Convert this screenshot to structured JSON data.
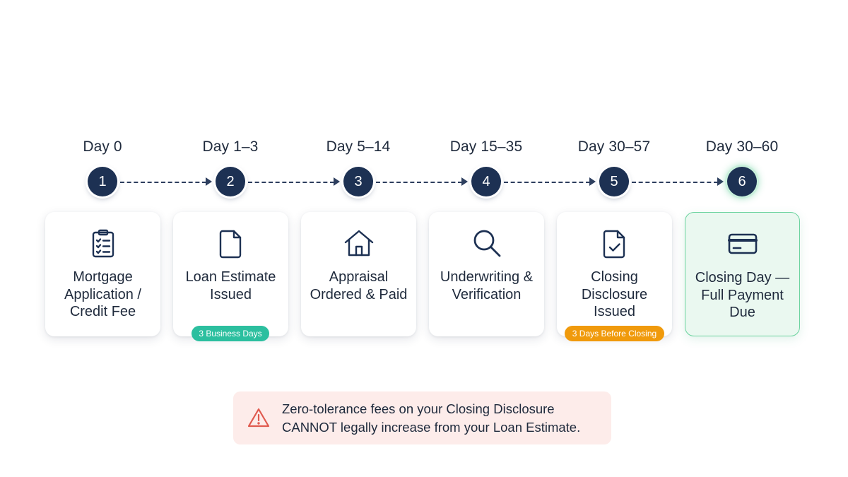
{
  "steps": [
    {
      "number": "1",
      "day": "Day 0",
      "title": "Mortgage Application / Credit Fee",
      "icon": "clipboard-checklist-icon"
    },
    {
      "number": "2",
      "day": "Day 1–3",
      "title": "Loan Estimate Issued",
      "icon": "document-icon",
      "badge": "3 Business Days"
    },
    {
      "number": "3",
      "day": "Day 5–14",
      "title": "Appraisal Ordered & Paid",
      "icon": "house-icon"
    },
    {
      "number": "4",
      "day": "Day 15–35",
      "title": "Underwriting & Verification",
      "icon": "magnifier-icon"
    },
    {
      "number": "5",
      "day": "Day 30–57",
      "title": "Closing Disclosure Issued",
      "icon": "document-check-icon",
      "badge": "3 Days Before Closing"
    },
    {
      "number": "6",
      "day": "Day 30–60",
      "title": "Closing Day — Full Payment Due",
      "icon": "credit-card-icon"
    }
  ],
  "colors": {
    "navy": "#1d3153",
    "badge_teal": "#2cbf9f",
    "badge_orange": "#f09a0c",
    "final_card_bg": "#eaf8f0",
    "final_card_border": "#6ad39e",
    "warning_bg": "#fdecea",
    "warning_icon": "#e05a4f"
  },
  "warning": {
    "icon": "warning-triangle-icon",
    "line1": "Zero-tolerance fees on your Closing Disclosure",
    "line2": "CANNOT legally increase from your Loan Estimate."
  }
}
